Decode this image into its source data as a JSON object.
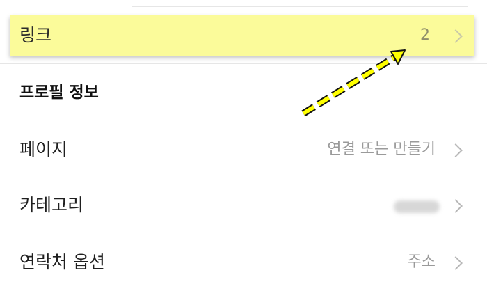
{
  "links": {
    "label": "링크",
    "count": "2"
  },
  "profile_section": {
    "title": "프로필 정보"
  },
  "rows": {
    "page": {
      "label": "페이지",
      "value": "연결 또는 만들기"
    },
    "category": {
      "label": "카테고리",
      "value": ""
    },
    "contact": {
      "label": "연락처 옵션",
      "value": "주소"
    }
  },
  "colors": {
    "highlight": "#fbfb9a",
    "arrow_fill": "#ffff00",
    "arrow_stroke": "#111111"
  },
  "icons": [
    "chevron-right-icon",
    "annotation-arrow"
  ]
}
